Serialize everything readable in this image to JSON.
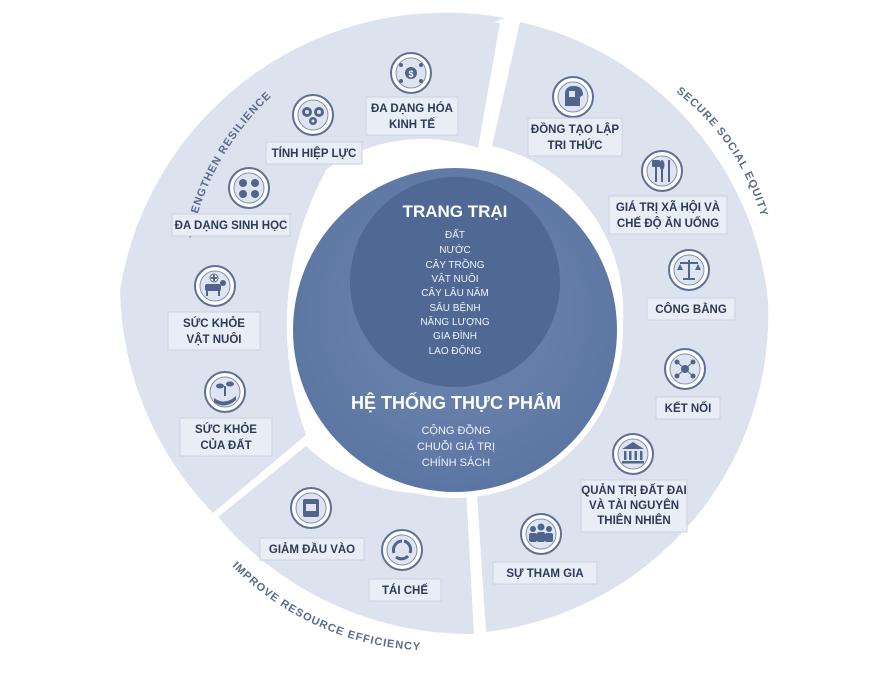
{
  "sections": {
    "left": "STRENGTHEN RESILIENCE",
    "right": "SECURE SOCIAL EQUITY",
    "bottom": "IMPROVE RESOURCE EFFICIENCY"
  },
  "center": {
    "farm_title": "TRANG TRẠI",
    "farm_items": [
      "ĐẤT",
      "NƯỚC",
      "CÂY TRỒNG",
      "VẬT NUÔI",
      "CÂY LÂU NĂM",
      "SÂU BỆNH",
      "NĂNG LƯỢNG",
      "GIA ĐÌNH",
      "LAO ĐỘNG"
    ],
    "system_title": "HỆ THỐNG THỰC PHẨM",
    "system_items": [
      "CỘNG ĐỒNG",
      "CHUỖI GIÁ TRỊ",
      "CHÍNH SÁCH"
    ]
  },
  "left_items": {
    "diversification": [
      "ĐA DẠNG HÓA",
      "KINH TẾ"
    ],
    "synergy": [
      "TÍNH HIỆP LỰC"
    ],
    "biodiversity": [
      "ĐA DẠNG SINH HỌC"
    ],
    "animal_health": [
      "SỨC KHỎE",
      "VẬT NUÔI"
    ],
    "soil_health": [
      "SỨC KHỎE",
      "CỦA ĐẤT"
    ]
  },
  "right_items": {
    "co_creation": [
      "ĐỒNG TẠO LẬP",
      "TRI THỨC"
    ],
    "social_values": [
      "GIÁ TRỊ XÃ HỘI VÀ",
      "CHẾ ĐỘ ĂN UỐNG"
    ],
    "fairness": [
      "CÔNG BẰNG"
    ],
    "connectivity": [
      "KẾT NỐI"
    ],
    "governance": [
      "QUẢN TRỊ ĐẤT ĐAI",
      "VÀ TÀI NGUYÊN",
      "THIÊN NHIÊN"
    ],
    "participation": [
      "SỰ THAM GIA"
    ]
  },
  "bottom_items": {
    "input_reduction": [
      "GIẢM ĐẦU VÀO"
    ],
    "recycling": [
      "TÁI CHẾ"
    ]
  }
}
